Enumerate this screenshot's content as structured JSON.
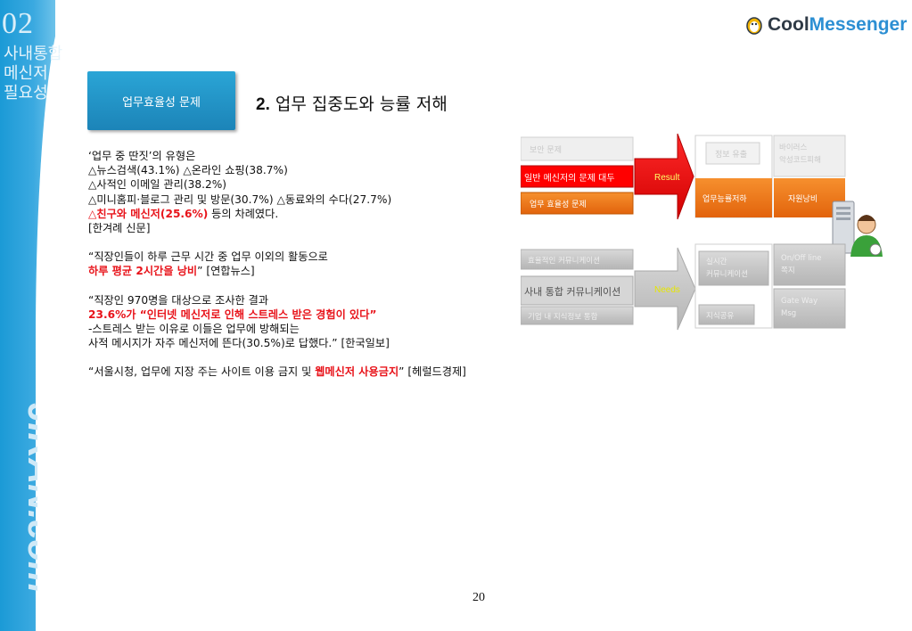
{
  "section": {
    "number": "02",
    "title_lines": [
      "사내통합",
      "메신저",
      "필요성"
    ],
    "brand": "JIRAN.com"
  },
  "logo": {
    "part1": "Cool",
    "part2": "Messenger"
  },
  "tab": {
    "label": "업무효율성 문제"
  },
  "heading": {
    "number": "2.",
    "text": "업무 집중도와 능률 저해"
  },
  "paragraphs": {
    "p1": [
      "‘업무 중 딴짓’의 유형은",
      "△뉴스검색(43.1%) △온라인 쇼핑(38.7%)",
      "△사적인 이메일 관리(38.2%)",
      "△미니홈피·블로그 관리 및 방문(30.7%) △동료와의 수다(27.7%)"
    ],
    "p1_red": "△친구와 메신저(25.6%)",
    "p1_tail": " 등의 차례였다.",
    "p1_source": "[한겨례 신문]",
    "p2_line1": "“직장인들이 하루 근무 시간 중 업무 이외의 활동으로",
    "p2_red": "하루 평균 2시간을 낭비",
    "p2_tail": "” [연합뉴스]",
    "p3_line1": "“직장인 970명을 대상으로 조사한 결과",
    "p3_red": "23.6%가 “인터넷 메신저로 인해 스트레스 받은 경험이 있다”",
    "p3_line3": "-스트레스 받는 이유로 이들은 업무에 방해되는",
    "p3_line4": "사적 메시지가 자주 메신저에 뜬다(30.5%)로 답했다.” [한국일보]",
    "p4_head": "“서울시청, 업무에 지장 주는 사이트 이용 금지 및 ",
    "p4_red": "웹메신저 사용금지",
    "p4_tail": "” [헤럴드경제]"
  },
  "diagram": {
    "top_left": [
      "보안 문제",
      "일반 메신저의 문제 대두",
      "업무 효율성 문제"
    ],
    "result_label": "Result",
    "top_mid": [
      "정보 유출",
      "업무능률저하"
    ],
    "top_right": [
      "바이러스\n악성코드피해",
      "자원낭비"
    ],
    "bottom_left": [
      "효율적인 커뮤니케이션",
      "사내 통합 커뮤니케이션",
      "기업 내 지식정보 통합"
    ],
    "needs_label": "Needs",
    "bottom_mid": [
      "실시간\n커뮤니케이션",
      "지식공유"
    ],
    "bottom_right": [
      "On/Off line\n쪽지",
      "Gate Way\nMsg"
    ]
  },
  "colors": {
    "accent_blue": "#1c8ec8",
    "red": "#e8141b",
    "orange": "#f07818"
  },
  "page_number": "20"
}
